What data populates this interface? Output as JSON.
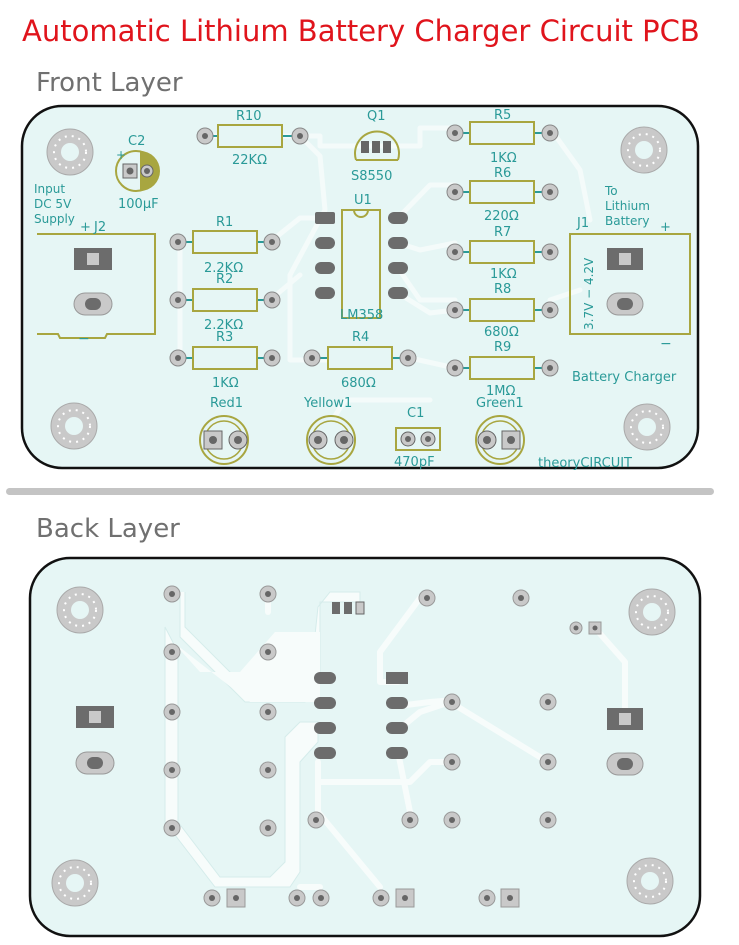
{
  "title": "Automatic Lithium Battery Charger Circuit PCB",
  "front_layer": {
    "heading": "Front Layer",
    "input_note": [
      "Input",
      "DC  5V",
      "Supply"
    ],
    "output_note": [
      "To",
      "Lithium",
      "Battery"
    ],
    "components": [
      {
        "ref": "C2",
        "value": "100µF"
      },
      {
        "ref": "R10",
        "value": "22KΩ"
      },
      {
        "ref": "Q1",
        "value": "S8550"
      },
      {
        "ref": "R5",
        "value": "1KΩ"
      },
      {
        "ref": "R6",
        "value": "220Ω"
      },
      {
        "ref": "R7",
        "value": "1KΩ"
      },
      {
        "ref": "R8",
        "value": "680Ω"
      },
      {
        "ref": "R9",
        "value": "1MΩ"
      },
      {
        "ref": "U1",
        "value": "LM358"
      },
      {
        "ref": "R1",
        "value": "2.2KΩ"
      },
      {
        "ref": "R2",
        "value": "2.2KΩ"
      },
      {
        "ref": "R3",
        "value": "1KΩ"
      },
      {
        "ref": "R4",
        "value": "680Ω"
      },
      {
        "ref": "C1",
        "value": "470pF"
      },
      {
        "ref": "J2",
        "value": ""
      },
      {
        "ref": "J1",
        "value": ""
      }
    ],
    "leds": [
      "Red1",
      "Yellow1",
      "Green1"
    ],
    "polarity": {
      "plus": "+",
      "minus": "−"
    },
    "voltage_range": "3.7V − 4.2V",
    "board_label": "Battery Charger",
    "credit": "theoryCIRCUIT"
  },
  "back_layer": {
    "heading": "Back Layer"
  },
  "colors": {
    "title": "#e0141c",
    "board": "#e6f6f5",
    "silkscreen": "#2a9a98",
    "courtyard": "#a8a640",
    "pad": "#c9c9c9",
    "pad_dark": "#6c6c6c",
    "trace": "#f4fbfa"
  }
}
